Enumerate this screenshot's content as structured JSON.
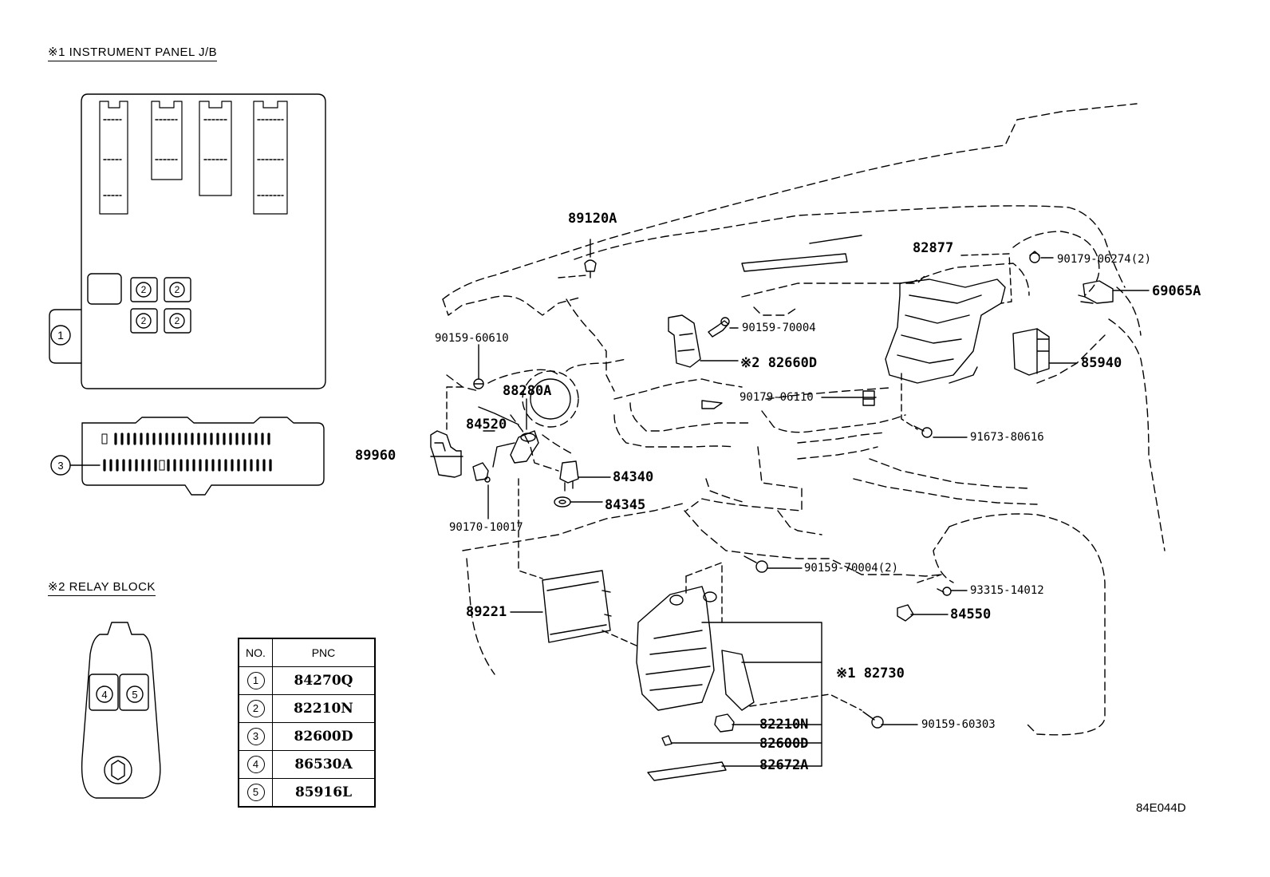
{
  "section_titles": {
    "jb": "※1 INSTRUMENT PANEL J/B",
    "relay": "※2 RELAY BLOCK"
  },
  "jb_markers": {
    "m1": "1",
    "m2": "2",
    "m3": "3"
  },
  "relay_markers": {
    "m4": "4",
    "m5": "5"
  },
  "table": {
    "header_no": "NO.",
    "header_pnc": "PNC",
    "rows": [
      {
        "no": "1",
        "pnc": "84270Q"
      },
      {
        "no": "2",
        "pnc": "82210N"
      },
      {
        "no": "3",
        "pnc": "82600D"
      },
      {
        "no": "4",
        "pnc": "86530A"
      },
      {
        "no": "5",
        "pnc": "85916L"
      }
    ]
  },
  "callouts": {
    "p89120A": "89120A",
    "p82877": "82877",
    "p90179_06274": "90179-06274(2)",
    "p69065A": "69065A",
    "p90159_70004": "90159-70004",
    "p90159_60610": "90159-60610",
    "p82660D": "※2 82660D",
    "p85940": "85940",
    "p88280A": "88280A",
    "p90179_06110": "90179-06110",
    "p84520": "84520",
    "p91673_80616": "91673-80616",
    "p89960": "89960",
    "p84340": "84340",
    "p84345": "84345",
    "p90170_10017": "90170-10017",
    "p90159_70004_2": "90159-70004(2)",
    "p93315_14012": "93315-14012",
    "p89221": "89221",
    "p84550": "84550",
    "p82730": "※1 82730",
    "p82210N": "82210N",
    "p90159_60303": "90159-60303",
    "p82600D": "82600D",
    "p82672A": "82672A"
  },
  "diagram_id": "84E044D"
}
